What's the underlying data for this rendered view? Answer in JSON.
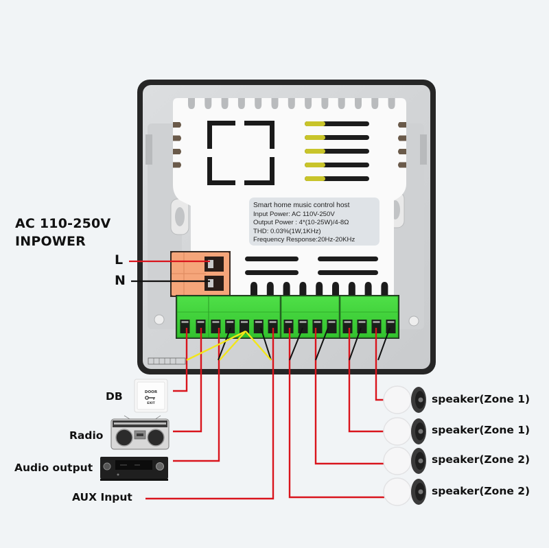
{
  "power_section": {
    "title_line1": "AC 110-250V",
    "title_line2": "INPOWER",
    "live_label": "L",
    "neutral_label": "N"
  },
  "spec_label": {
    "heading": "Smart home music control host",
    "lines": [
      "Input Power: AC 110V-250V",
      "Output Power : 4*(10-25W)/4-8Ω",
      "THD: 0.03%(1W,1KHz)",
      "Frequency Response:20Hz-20KHz"
    ]
  },
  "inputs": [
    {
      "label": "DB",
      "device": "door-exit-button",
      "device_text_top": "DOOR",
      "device_text_bottom": "EXIT"
    },
    {
      "label": "Radio",
      "device": "boombox-radio"
    },
    {
      "label": "Audio output",
      "device": "av-receiver"
    },
    {
      "label": "AUX Input",
      "device": "none"
    }
  ],
  "outputs": [
    {
      "label": "speaker(Zone 1)"
    },
    {
      "label": "speaker(Zone 1)"
    },
    {
      "label": "speaker(Zone 2)"
    },
    {
      "label": "speaker(Zone 2)"
    }
  ],
  "colors": {
    "wire_signal": "#d9141c",
    "wire_ground": "#111111",
    "wire_bridge": "#f2e61a",
    "terminal_green": "#3fd43a",
    "terminal_orange": "#f5a57a",
    "frame": "#2a2a2a",
    "plate": "#d5d7d9",
    "housing": "#fafafa"
  }
}
